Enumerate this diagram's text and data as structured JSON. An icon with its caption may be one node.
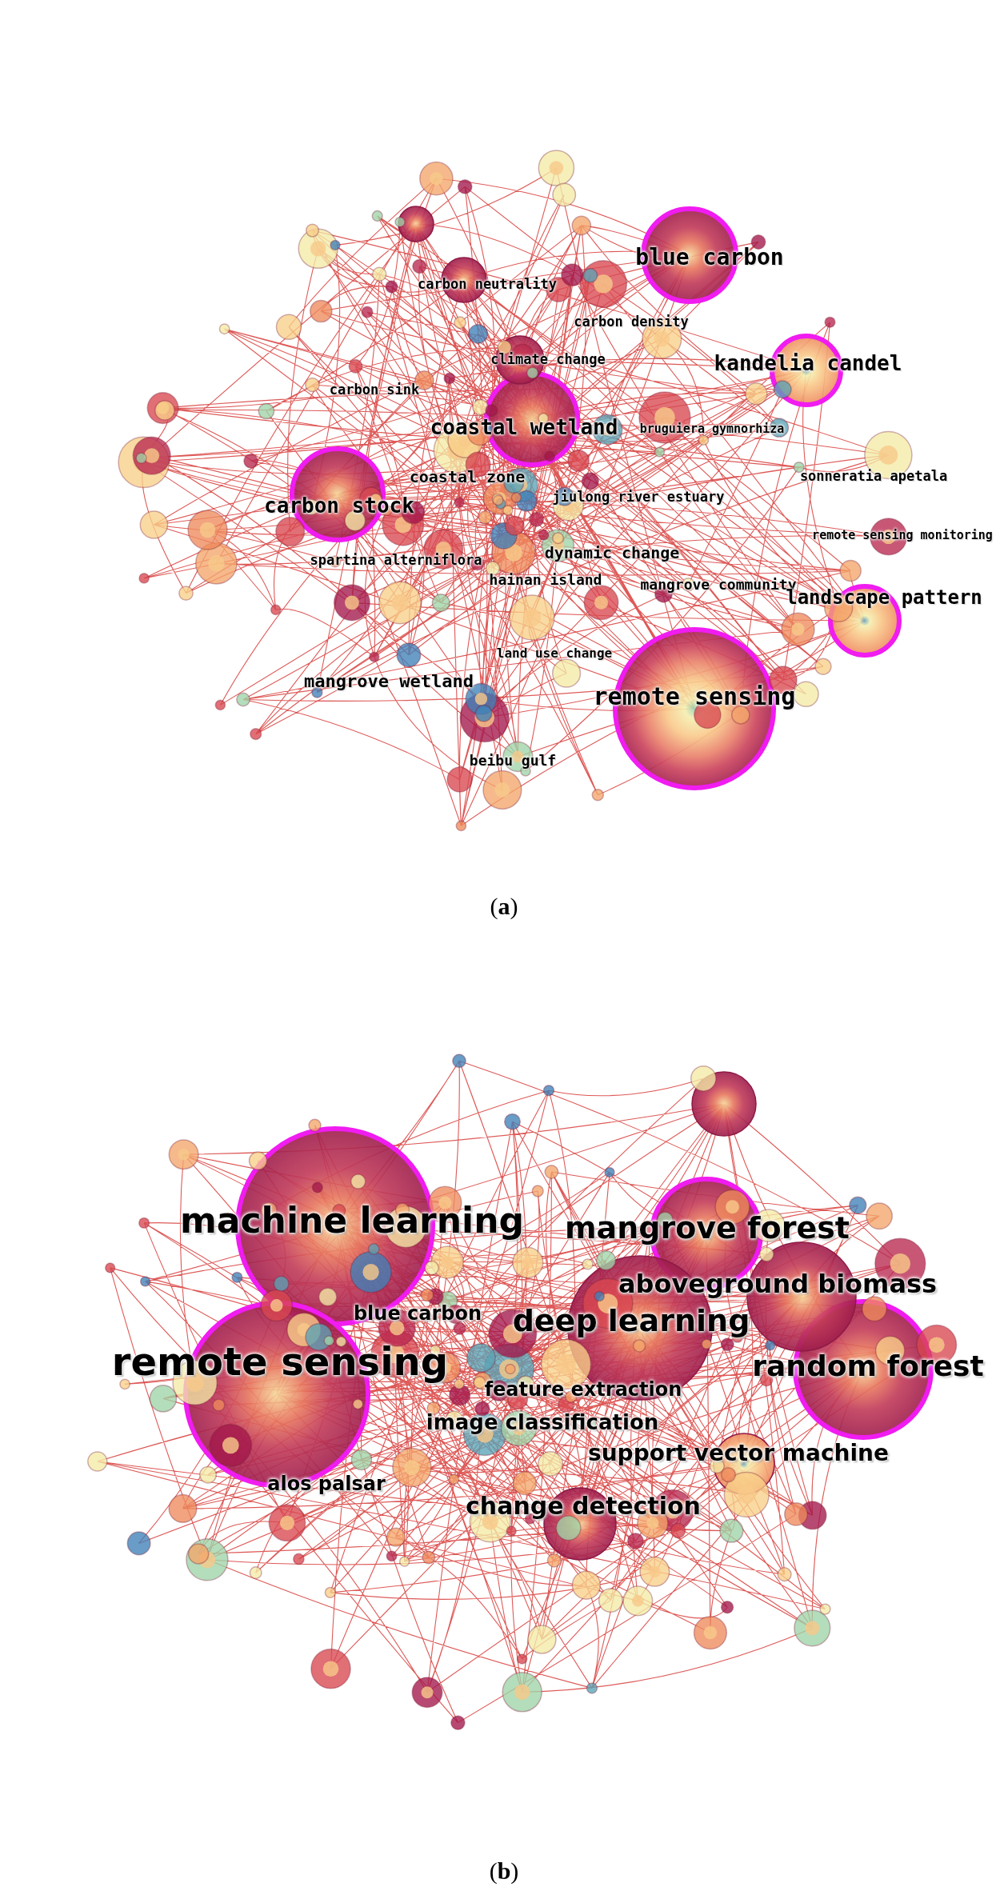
{
  "diagram": {
    "labels": [
      "blue carbon",
      "carbon neutrality",
      "carbon density",
      "climate change",
      "kandelia candel",
      "carbon sink",
      "coastal wetland",
      "bruguiera gymnorhiza",
      "coastal zone",
      "sonneratia apetala",
      "carbon stock",
      "jiulong river estuary",
      "remote sensing monitoring",
      "spartina alterniflora",
      "dynamic change",
      "hainan island",
      "mangrove community",
      "landscape pattern",
      "land use change",
      "mangrove wetland",
      "remote sensing",
      "beibu gulf",
      "(**a**)",
      "machine learning",
      "mangrove forest",
      "aboveground biomass",
      "blue carbon",
      "deep learning",
      "remote sensing",
      "random forest",
      "feature extraction",
      "image classification",
      "support vector machine",
      "alos palsar",
      "change detection",
      "(**b**)"
    ]
  }
}
